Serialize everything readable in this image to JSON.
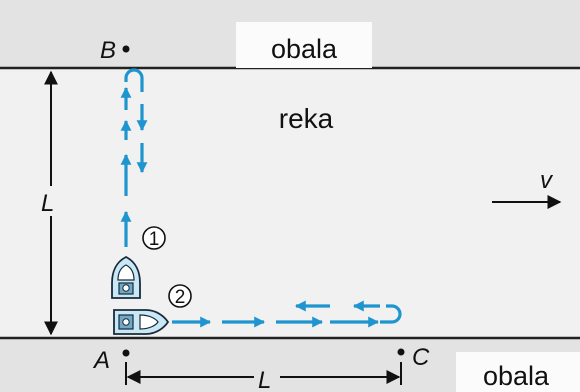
{
  "labels": {
    "bank_top": "obala",
    "bank_bottom": "obala",
    "river": "reka",
    "point_a": "A",
    "point_b": "B",
    "point_c": "C",
    "length_vertical": "L",
    "length_horizontal": "L",
    "velocity": "v",
    "boat_1": "1",
    "boat_2": "2"
  },
  "colors": {
    "bank": "#e3e3e3",
    "river": "#f1f1f1",
    "arrow": "#1f95cf",
    "ink": "#111111"
  }
}
